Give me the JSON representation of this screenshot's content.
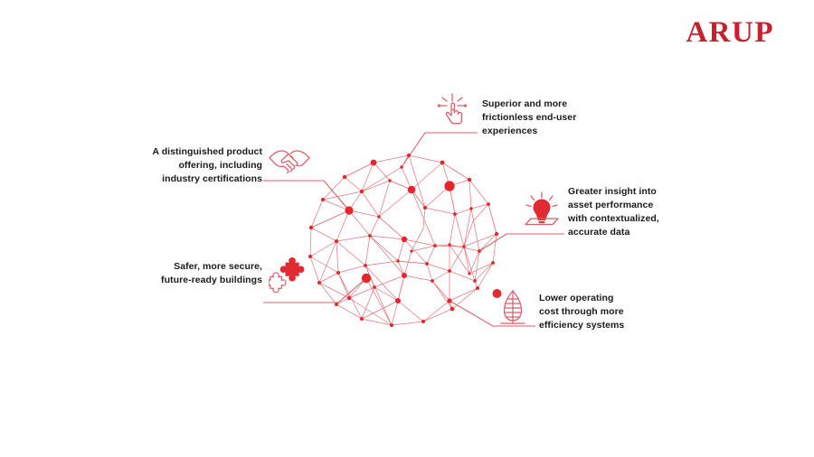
{
  "brand": {
    "logo_text": "ARUP",
    "logo_color": "#C8202E"
  },
  "theme": {
    "accent_red": "#E12A32",
    "line_red": "#D9606A",
    "node_red": "#E8232A",
    "text_dark": "#1a1a1a",
    "background": "#FFFFFF"
  },
  "graphic": {
    "name": "connected-network-sphere",
    "description": "Red wireframe sphere of connected nodes"
  },
  "callouts": [
    {
      "id": "end-user-experiences",
      "icon": "tap-hand-icon",
      "align": "right",
      "text": "Superior and more\nfrictionless end-user\nexperiences"
    },
    {
      "id": "product-offering",
      "icon": "handshake-icon",
      "align": "left",
      "text": "A distinguished product\noffering, including\nindustry certifications"
    },
    {
      "id": "asset-insight",
      "icon": "lightbulb-idea-icon",
      "align": "right",
      "text": "Greater insight into\nasset performance\nwith contextualized,\naccurate data"
    },
    {
      "id": "secure-buildings",
      "icon": "puzzle-pieces-icon",
      "align": "left",
      "text": "Safer, more secure,\nfuture-ready buildings"
    },
    {
      "id": "operating-cost",
      "icon": "sustainable-building-icon",
      "align": "right",
      "text": "Lower operating\ncost through more\nefficiency systems"
    }
  ]
}
